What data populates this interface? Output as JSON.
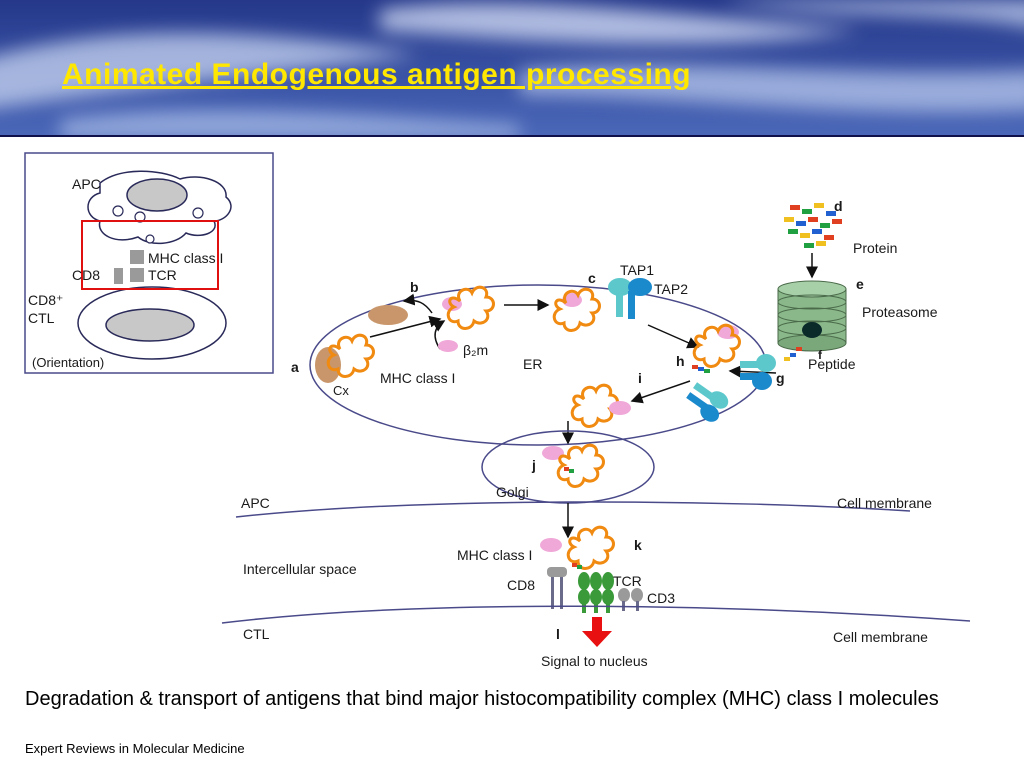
{
  "slide": {
    "title": "Animated Endogenous antigen processing"
  },
  "inset": {
    "apc": "APC",
    "mhc_class_i": "MHC class I",
    "cd8": "CD8",
    "tcr": "TCR",
    "cd8_ctl_line1": "CD8⁺",
    "cd8_ctl_line2": "CTL",
    "orientation": "(Orientation)"
  },
  "diagram": {
    "labels": {
      "a": "a",
      "b": "b",
      "c": "c",
      "d": "d",
      "e": "e",
      "f": "f",
      "g": "g",
      "h": "h",
      "i": "i",
      "j": "j",
      "k": "k",
      "l": "l",
      "cx": "Cx",
      "b2m": "β₂m",
      "mhc_class_i_er": "MHC class I",
      "er": "ER",
      "tap1": "TAP1",
      "tap2": "TAP2",
      "protein": "Protein",
      "proteasome": "Proteasome",
      "peptide": "Peptide",
      "golgi": "Golgi",
      "apc": "APC",
      "cell_membrane_top": "Cell membrane",
      "intercellular_space": "Intercellular space",
      "mhc_class_i_surface": "MHC class I",
      "cd8": "CD8",
      "tcr": "TCR",
      "cd3": "CD3",
      "ctl": "CTL",
      "cell_membrane_bottom": "Cell membrane",
      "signal": "Signal to nucleus"
    }
  },
  "caption": {
    "main": "Degradation & transport of antigens that bind major histocompatibility complex (MHC) class I molecules",
    "source": "Expert Reviews in Molecular Medicine"
  },
  "colors": {
    "title": "#ffe700",
    "mhc_outline": "#f08a10",
    "b2m_pink": "#f0a8d8",
    "chaperone_tan": "#c8966a",
    "tap_teal": "#5cc8cc",
    "tap_blue": "#1a8acc",
    "proteasome_green": "#8ab88a",
    "tcr_green": "#3a9a3a",
    "signal_red": "#e81010",
    "membrane": "#4a4a8a",
    "inset_highlight": "#e01010"
  }
}
